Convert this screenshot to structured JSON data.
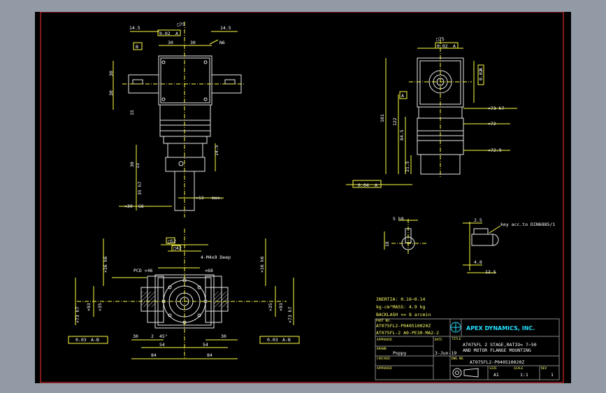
{
  "dims": {
    "top_left": [
      "14.5",
      "□75",
      "0.02",
      "A",
      "14.5",
      "30",
      "30",
      "B",
      "N6",
      "30",
      "30",
      "15",
      "14.5",
      "30",
      "13",
      "35 h7",
      "×12",
      "max.",
      "×30",
      "G6"
    ],
    "top_right": [
      "□75",
      "0.02",
      "A",
      "×73 h7",
      "0.02",
      "A",
      "A",
      "181",
      "122",
      "84.5",
      "×72",
      "×72.9",
      "21.5",
      "0.04",
      "A"
    ],
    "bottom_left": [
      "□52",
      "□42",
      "4-M4x9 Deep",
      "PCD ×46",
      "×68",
      "×16 k6",
      "×16 k6",
      "×73 h7",
      "×93",
      "×35",
      "×35",
      "×93",
      "×73 h7",
      "0.03",
      "A-B",
      "0.03",
      "A-B",
      "30",
      "2",
      "45°",
      "30",
      "54",
      "54",
      "84",
      "84"
    ],
    "key": [
      "5 h9",
      "key acc.to DIN6885/1",
      "2.5",
      "4.8",
      "12.5",
      "18"
    ]
  },
  "notes": {
    "inertia": "INERTIA: 0.16~0.14",
    "mass": "kg-cm²MASS: 4.9 kg",
    "backlash": "BACKLASH <= 8 arcmin",
    "part_no_label": "PART NO.",
    "part_no_1": "AT075FL2-P040510020Z",
    "part_no_2": "AT075FL-2 A0-PE30-MA2-2"
  },
  "title_block": {
    "company": "APEX DYNAMICS, INC.",
    "title_label": "TITLE",
    "title_line1": "AT075FL 2 STAGE,RATIO= 7~50",
    "title_line2": "AND MOTOR FLANGE MOUNTING",
    "approved_label": "APPROVED",
    "date_label": "DATE",
    "drawn_label": "DRAWN",
    "drawn_by": "Poppy",
    "date": "3-Jun-19",
    "dwg_label": "DWG NO.",
    "dwg_no": "AT075FL2-P040510020Z",
    "checked_label": "CHECKED",
    "approved2_label": "APPROVED",
    "size_label": "SIZE",
    "size": "A1",
    "scale_label": "SCALE",
    "scale": "1:1",
    "rev_label": "REV",
    "rev": "1"
  }
}
